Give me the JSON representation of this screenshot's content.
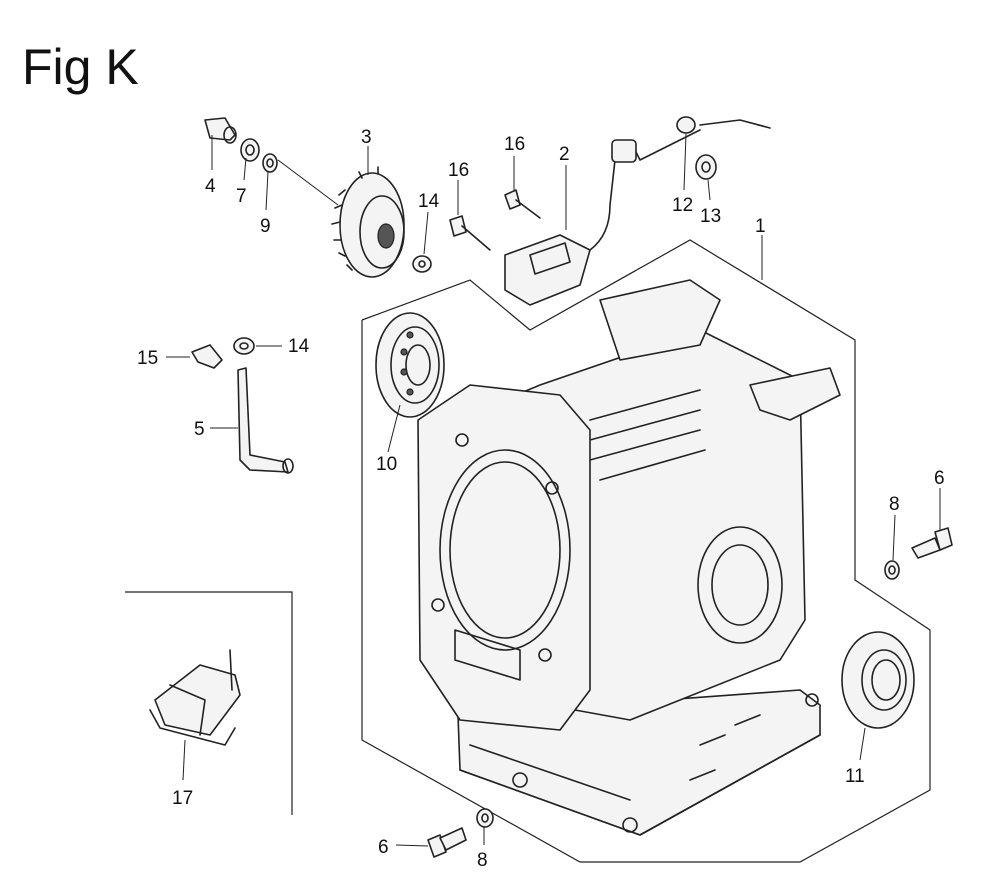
{
  "title": "Fig K",
  "callouts": {
    "c1": "1",
    "c2": "2",
    "c3": "3",
    "c4": "4",
    "c5": "5",
    "c6a": "6",
    "c6b": "6",
    "c7": "7",
    "c8a": "8",
    "c8b": "8",
    "c9": "9",
    "c10": "10",
    "c11": "11",
    "c12": "12",
    "c13": "13",
    "c14a": "14",
    "c14b": "14",
    "c15": "15",
    "c16a": "16",
    "c16b": "16",
    "c17": "17"
  }
}
